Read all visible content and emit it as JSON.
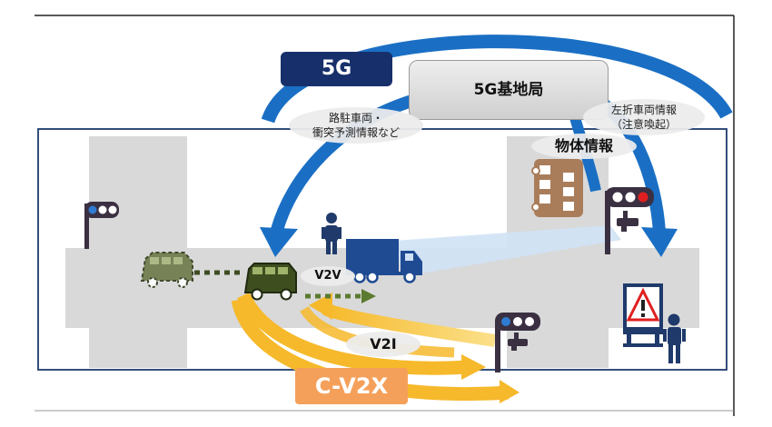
{
  "labels": {
    "network": "5G",
    "base_station": "5G基地局",
    "info_left": [
      "路駐車両・",
      "衝突予測情報など"
    ],
    "info_right": [
      "左折車両情報",
      "（注意喚起）"
    ],
    "object_info": "物体情報",
    "v2v": "V2V",
    "v2i": "V2I",
    "cv2x": "C-V2X"
  },
  "icons": [
    "traffic-light-icon",
    "car-icon",
    "truck-icon",
    "pedestrian-icon",
    "bus-icon",
    "camera-icon",
    "warning-sign-icon"
  ],
  "colors": {
    "network_5g": "#1a6fc4",
    "c_v2x": "#f6b92b",
    "road": "#d9d9d9",
    "car": "#4d5e2a",
    "truck": "#1f4b93",
    "pedestrian": "#1f3a6b",
    "bus": "#a97d5a"
  }
}
